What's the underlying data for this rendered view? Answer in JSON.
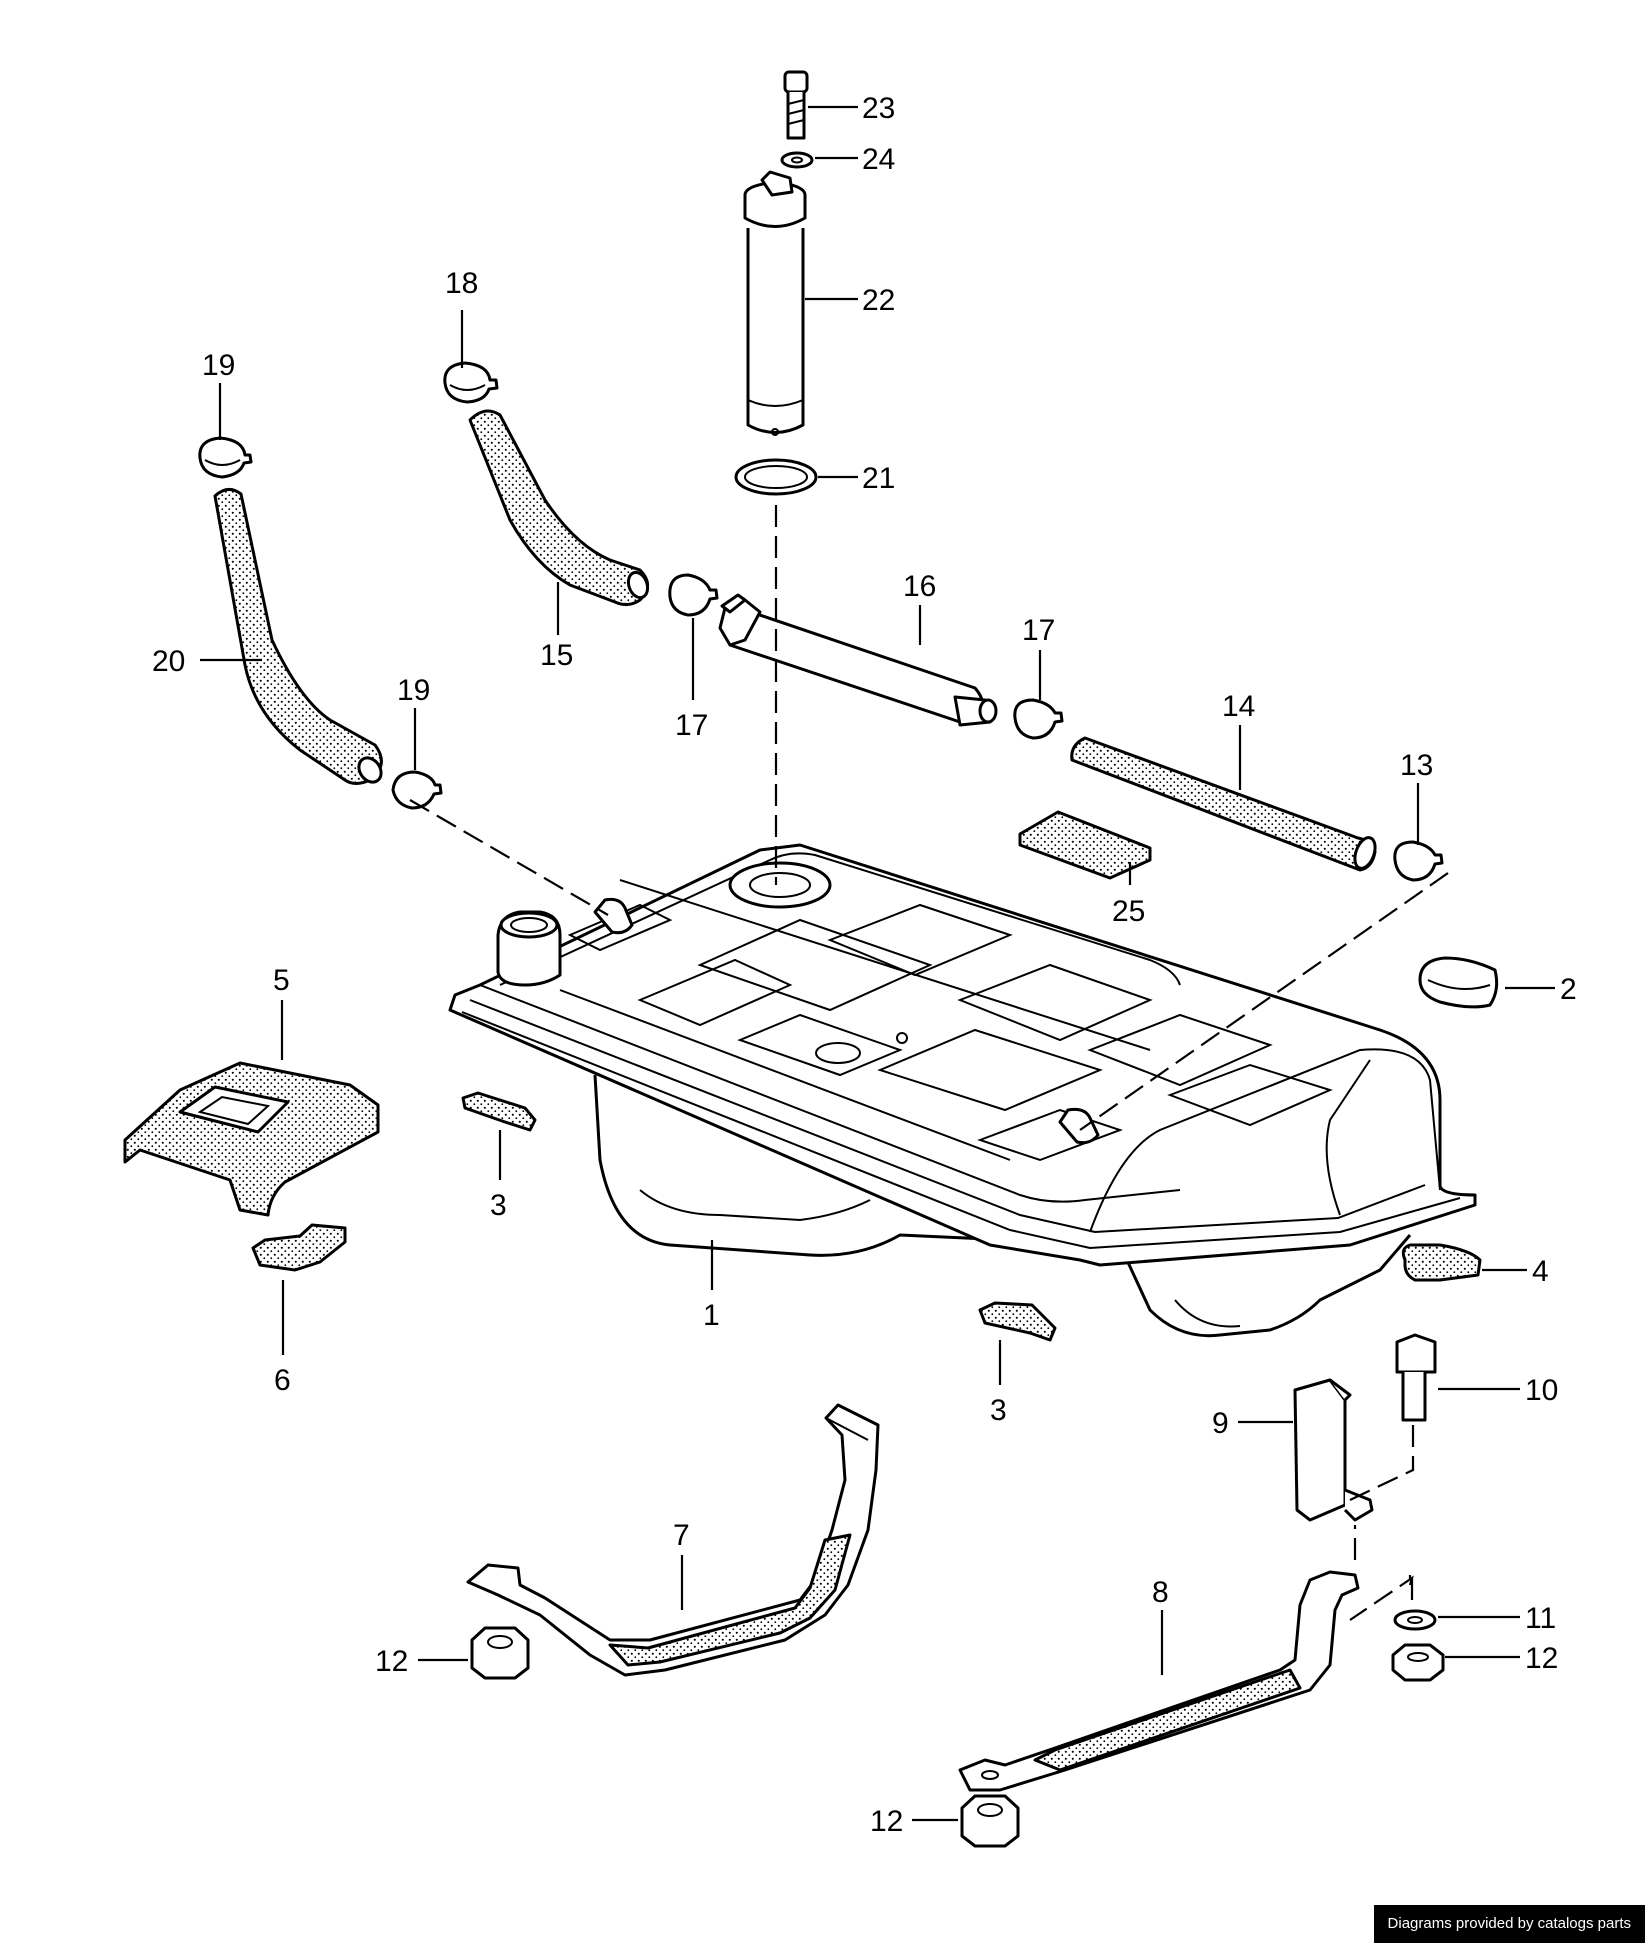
{
  "labels": {
    "l1": "1",
    "l2": "2",
    "l3a": "3",
    "l3b": "3",
    "l4": "4",
    "l5": "5",
    "l6": "6",
    "l7": "7",
    "l8": "8",
    "l9": "9",
    "l10": "10",
    "l11": "11",
    "l12a": "12",
    "l12b": "12",
    "l12c": "12",
    "l13": "13",
    "l14": "14",
    "l15": "15",
    "l16": "16",
    "l17a": "17",
    "l17b": "17",
    "l18": "18",
    "l19a": "19",
    "l19b": "19",
    "l20": "20",
    "l21": "21",
    "l22": "22",
    "l23": "23",
    "l24": "24",
    "l25": "25"
  },
  "credit": "Diagrams provided by catalogs parts"
}
